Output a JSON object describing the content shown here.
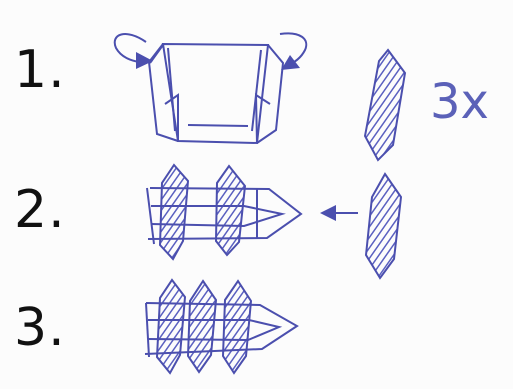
{
  "steps": [
    {
      "number": "1."
    },
    {
      "number": "2."
    },
    {
      "number": "3."
    }
  ],
  "annotations": {
    "count": "3x"
  },
  "icons": {
    "rotate_left": "curved-arrow-left-icon",
    "rotate_right": "curved-arrow-right-icon",
    "insert_arrow": "left-arrow-icon"
  },
  "colors": {
    "ink": "#4b4fae",
    "hatch": "#5a60c0",
    "number": "#111111"
  }
}
